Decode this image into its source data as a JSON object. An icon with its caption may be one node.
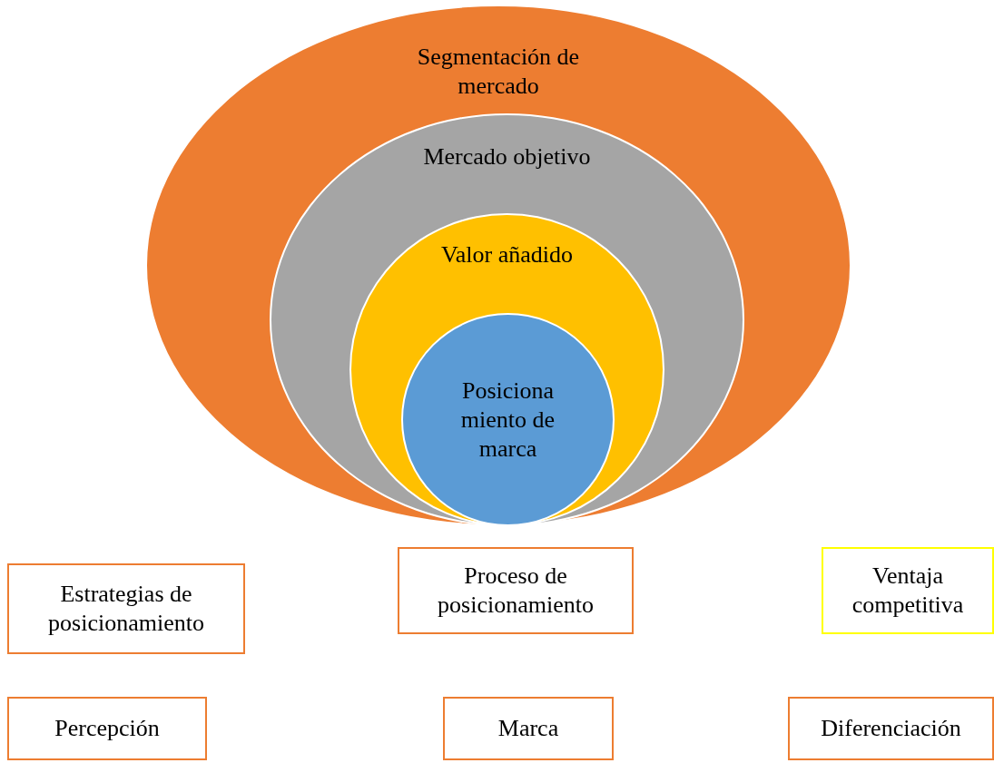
{
  "diagram": {
    "nodes": [
      {
        "text": [
          "Segmentación de mercado"
        ]
      },
      {
        "text": [
          "Mercado objetivo"
        ],
        "in": 0
      },
      {
        "text": [
          "Valor añadido"
        ],
        "in": 1
      },
      {
        "text": [
          "Posiciona miento de marca"
        ],
        "in": 2
      },
      {
        "text": [
          "Estrategias de posicionamiento"
        ]
      },
      {
        "text": [
          "Proceso de posicionamiento"
        ]
      },
      {
        "text": [
          "Ventaja competitiva"
        ]
      },
      {
        "text": [
          "Percepción"
        ]
      },
      {
        "text": [
          "Marca"
        ]
      },
      {
        "text": [
          "Diferenciación"
        ]
      }
    ]
  }
}
